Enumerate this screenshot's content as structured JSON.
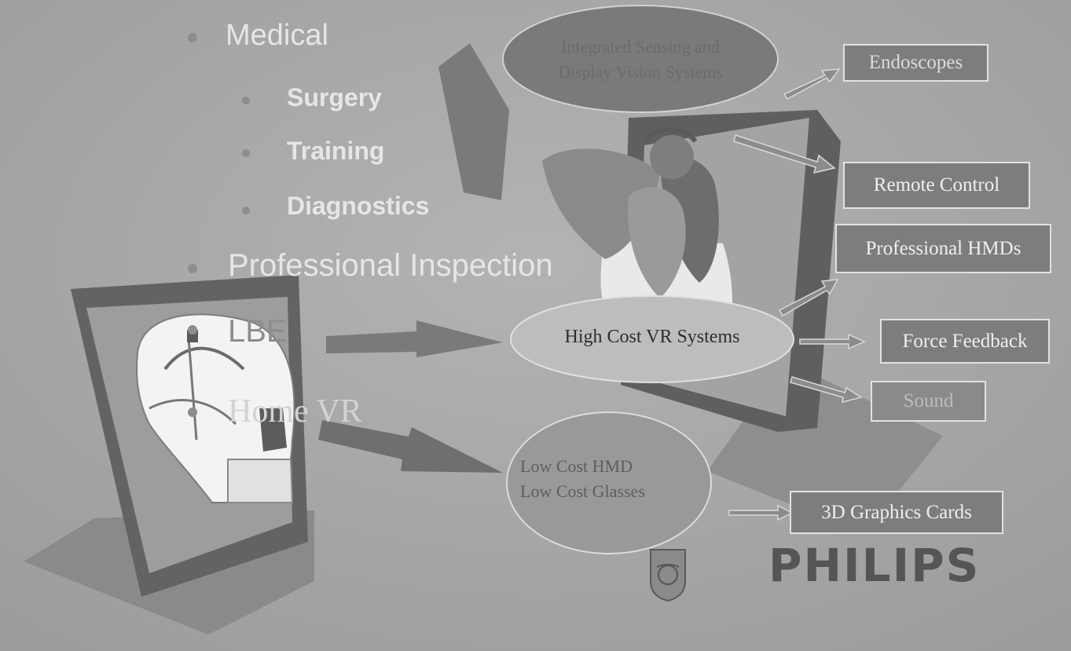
{
  "bullets": {
    "medical": "Medical",
    "surgery": "Surgery",
    "training": "Training",
    "diagnostics": "Diagnostics",
    "professional_inspection": "Professional Inspection",
    "lbe": "LBE",
    "home_vr": "Home VR"
  },
  "ovals": {
    "top_line1": "Integrated Sensing and",
    "top_line2": "Display Vision Systems",
    "high_cost": "High Cost VR Systems",
    "low_cost_line1": "Low Cost HMD",
    "low_cost_line2": "Low Cost Glasses"
  },
  "boxes": {
    "endoscopes": "Endoscopes",
    "remote_control": "Remote Control",
    "professional_hmds": "Professional HMDs",
    "force_feedback": "Force Feedback",
    "sound": "Sound",
    "graphics_cards": "3D Graphics Cards"
  },
  "brand": {
    "name": "PHILIPS"
  },
  "colors": {
    "background": "#a9a9a9",
    "text_light": "#e6e6e6",
    "oval_fill": "#bdbdbd",
    "box_fill": "#7d7d7d",
    "arrow": "#7a7a7a",
    "brand": "#555555"
  }
}
